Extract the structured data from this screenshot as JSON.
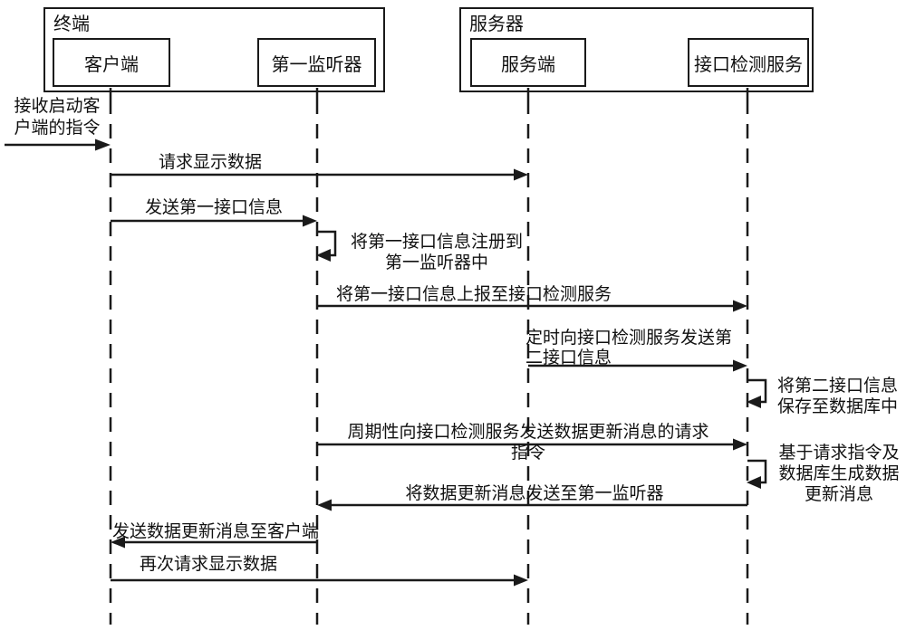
{
  "diagram": {
    "groups": [
      {
        "label": "终端"
      },
      {
        "label": "服务器"
      }
    ],
    "participants": [
      {
        "label": "客户端"
      },
      {
        "label": "第一监听器"
      },
      {
        "label": "服务端"
      },
      {
        "label": "接口检测服务"
      }
    ],
    "messages": [
      {
        "label": "接收启动客\n户端的指令"
      },
      {
        "label": "请求显示数据"
      },
      {
        "label": "发送第一接口信息"
      },
      {
        "label": "将第一接口信息注册到\n第一监听器中"
      },
      {
        "label": "将第一接口信息上报至接口检测服务"
      },
      {
        "label": "定时向接口检测服务发送第\n二接口信息"
      },
      {
        "label": "将第二接口信息\n保存至数据库中"
      },
      {
        "label": "周期性向接口检测服务发送数据更新消息的请求指令"
      },
      {
        "label": "基于请求指令及\n数据库生成数据\n更新消息"
      },
      {
        "label": "将数据更新消息发送至第一监听器"
      },
      {
        "label": "发送数据更新消息至客户端"
      },
      {
        "label": "再次请求显示数据"
      }
    ],
    "colors": {
      "line": "#1a1a1a",
      "text": "#111111",
      "background": "#ffffff"
    }
  }
}
